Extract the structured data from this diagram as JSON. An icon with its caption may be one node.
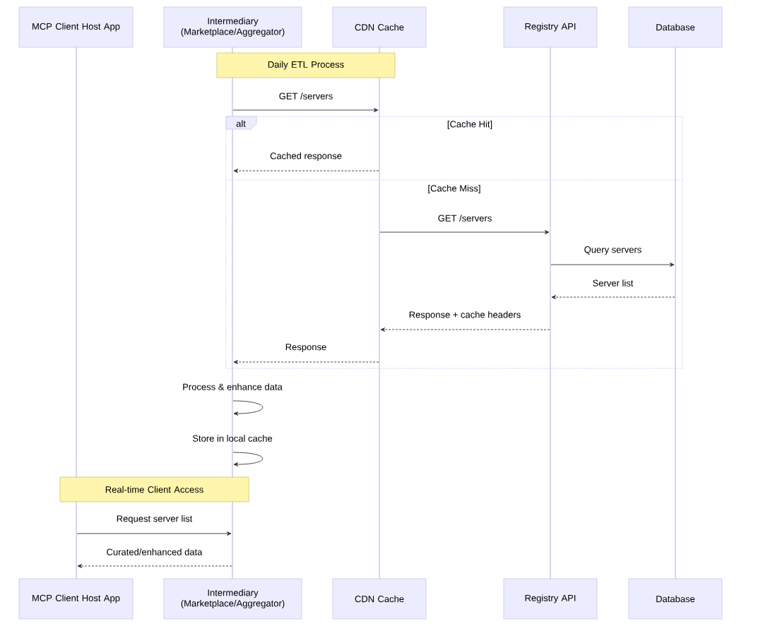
{
  "diagram": {
    "nodes": [
      {
        "text": [
          "MCP Client Host App"
        ]
      },
      {
        "text": [
          "Intermediary (Marketplace/Aggregator)"
        ]
      },
      {
        "text": [
          "CDN Cache"
        ]
      },
      {
        "text": [
          "Registry API"
        ]
      },
      {
        "text": [
          "Database"
        ]
      },
      {
        "text": [],
        "shape": "line"
      },
      {
        "text": [],
        "shape": "line"
      },
      {
        "text": [],
        "shape": "line"
      },
      {
        "text": [],
        "shape": "line"
      },
      {
        "text": [],
        "shape": "line"
      },
      {
        "text": [
          "Daily ETL Process"
        ]
      },
      {
        "text": [
          "Real-time Client Access"
        ]
      },
      {
        "text": [
          "MCP Client Host App"
        ]
      },
      {
        "text": [
          "Intermediary (Marketplace/Aggregator)"
        ]
      },
      {
        "text": [
          "CDN Cache"
        ]
      },
      {
        "text": [
          "Registry API"
        ]
      },
      {
        "text": [
          "Database"
        ]
      }
    ],
    "edges": [
      {
        "from": 6,
        "to": 7,
        "arrow": "to",
        "label": "GET /servers"
      },
      {
        "from": 7,
        "to": 6,
        "arrow": "to",
        "label": "Cached response",
        "style": "dashed"
      },
      {
        "from": 7,
        "to": 8,
        "arrow": "to",
        "label": "GET /servers"
      },
      {
        "from": 8,
        "to": 9,
        "arrow": "to",
        "label": "Query servers"
      },
      {
        "from": 9,
        "to": 8,
        "arrow": "to",
        "label": "Server list",
        "style": "dashed"
      },
      {
        "from": 8,
        "to": 7,
        "arrow": "to",
        "label": "Response + cache headers",
        "style": "dashed"
      },
      {
        "from": 7,
        "to": 6,
        "arrow": "to",
        "label": "Response",
        "style": "dashed"
      },
      {
        "from": 6,
        "to": 6,
        "arrow": "to",
        "label": "Process & enhance data"
      },
      {
        "from": 6,
        "to": 6,
        "arrow": "to",
        "label": "Store in local cache"
      },
      {
        "from": 5,
        "to": 6,
        "arrow": "to",
        "label": "Request server list"
      },
      {
        "from": 6,
        "to": 5,
        "arrow": "to",
        "label": "Curated/enhanced data",
        "style": "dashed"
      }
    ],
    "labels": [
      "alt",
      "[Cache Hit]",
      "[Cache Miss]"
    ]
  }
}
